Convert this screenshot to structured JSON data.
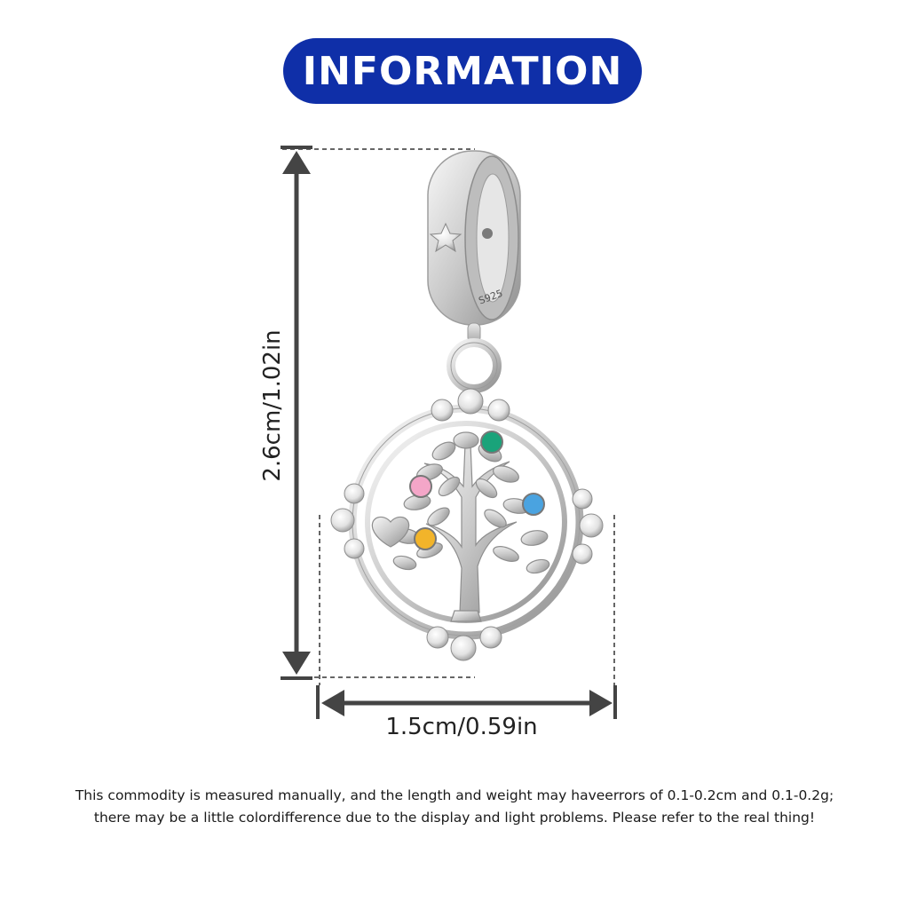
{
  "header": {
    "title": "INFORMATION"
  },
  "dimensions": {
    "height_label": "2.6cm/1.02in",
    "width_label": "1.5cm/0.59in"
  },
  "product": {
    "stamp": "S925",
    "gem_colors": {
      "green": "#1aa37a",
      "pink": "#f4a6c8",
      "blue": "#4aa3e0",
      "yellow": "#f2b42a"
    }
  },
  "note": {
    "line1": "This commodity is measured manually, and the length and weight may haveerrors of 0.1-0.2cm and 0.1-0.2g;",
    "line2": "there may be a little colordifference due to the display and light problems. Please refer to the real thing!"
  },
  "colors": {
    "accent": "#0f2fa8",
    "arrow": "#444444"
  }
}
